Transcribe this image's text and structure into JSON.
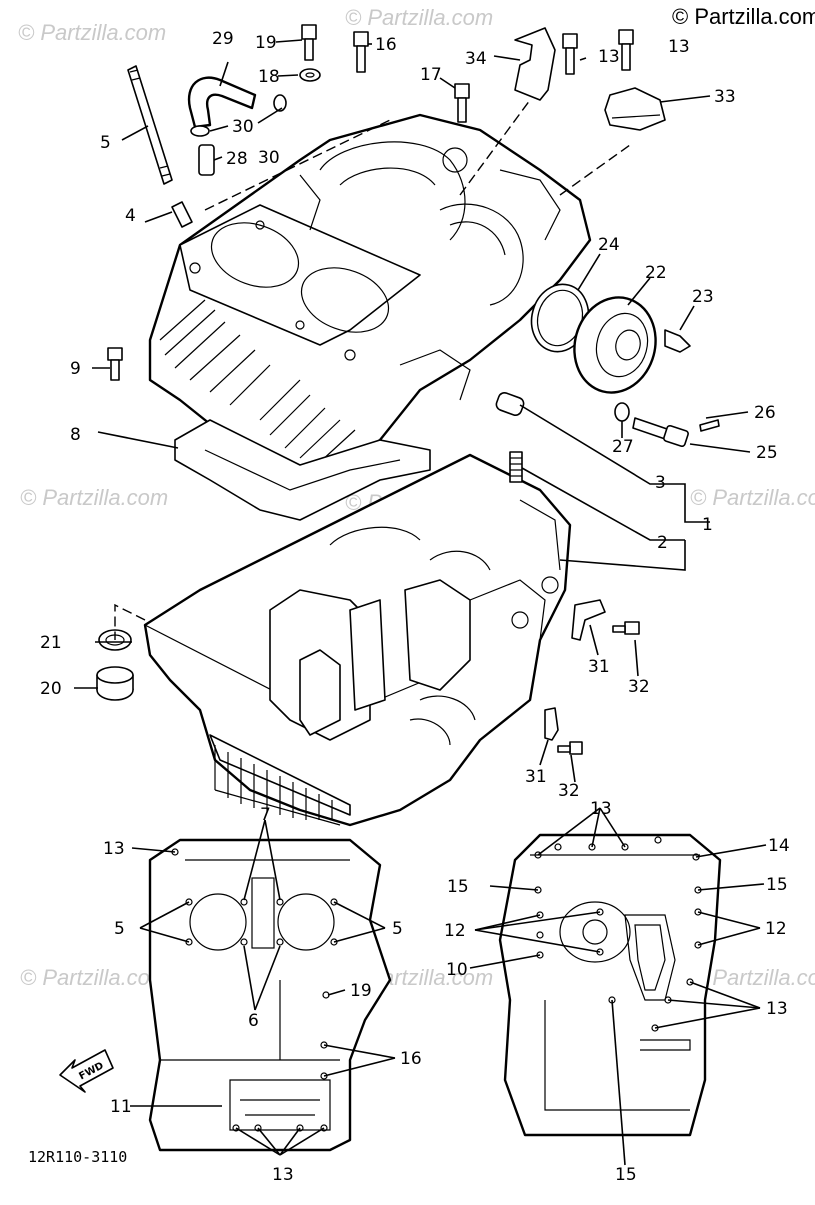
{
  "credit": "© Partzilla.com",
  "watermark_text": "© Partzilla.com",
  "diagram_code": "12R110-3110",
  "fwd_label": "FWD",
  "callouts": [
    "1",
    "2",
    "3",
    "4",
    "5",
    "6",
    "7",
    "8",
    "9",
    "10",
    "11",
    "12",
    "13",
    "14",
    "15",
    "16",
    "17",
    "18",
    "19",
    "20",
    "21",
    "22",
    "23",
    "24",
    "25",
    "26",
    "27",
    "28",
    "29",
    "30",
    "31",
    "32",
    "33",
    "34"
  ]
}
